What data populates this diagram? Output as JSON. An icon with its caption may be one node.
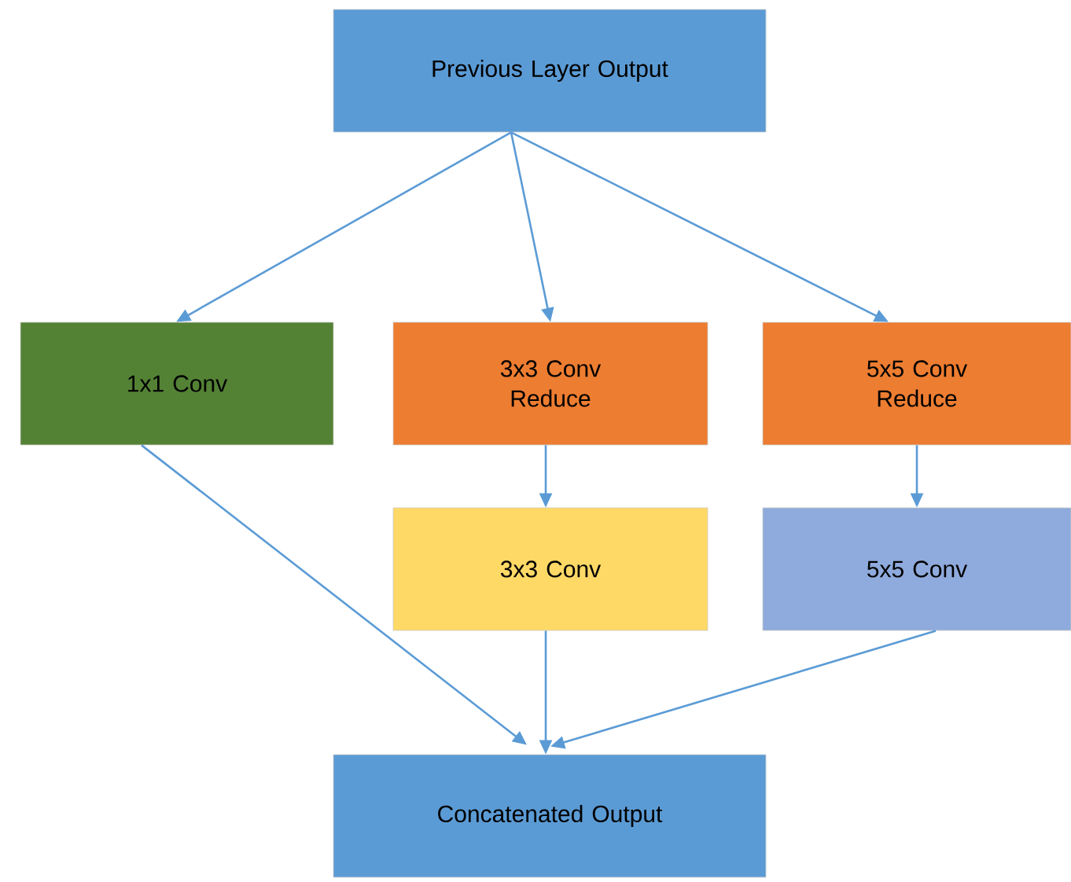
{
  "diagram": {
    "nodes": [
      {
        "text": [
          "Previous Layer Output"
        ]
      },
      {
        "text": [
          "1x1 Conv"
        ]
      },
      {
        "text": [
          "3x3 Conv Reduce"
        ]
      },
      {
        "text": [
          "5x5 Conv Reduce"
        ]
      },
      {
        "text": [
          "3x3 Conv"
        ]
      },
      {
        "text": [
          "5x5 Conv"
        ]
      },
      {
        "text": [
          "Concatenated Output"
        ]
      }
    ],
    "edges": [
      {
        "from": 0,
        "to": 1,
        "arrow": "to"
      },
      {
        "from": 0,
        "to": 2,
        "arrow": "to"
      },
      {
        "from": 0,
        "to": 3,
        "arrow": "to"
      },
      {
        "from": 2,
        "to": 4,
        "arrow": "to"
      },
      {
        "from": 3,
        "to": 5,
        "arrow": "to"
      },
      {
        "from": 1,
        "to": 6,
        "arrow": "to"
      },
      {
        "from": 4,
        "to": 6,
        "arrow": "to"
      },
      {
        "from": 5,
        "to": 6,
        "arrow": "to"
      }
    ]
  }
}
